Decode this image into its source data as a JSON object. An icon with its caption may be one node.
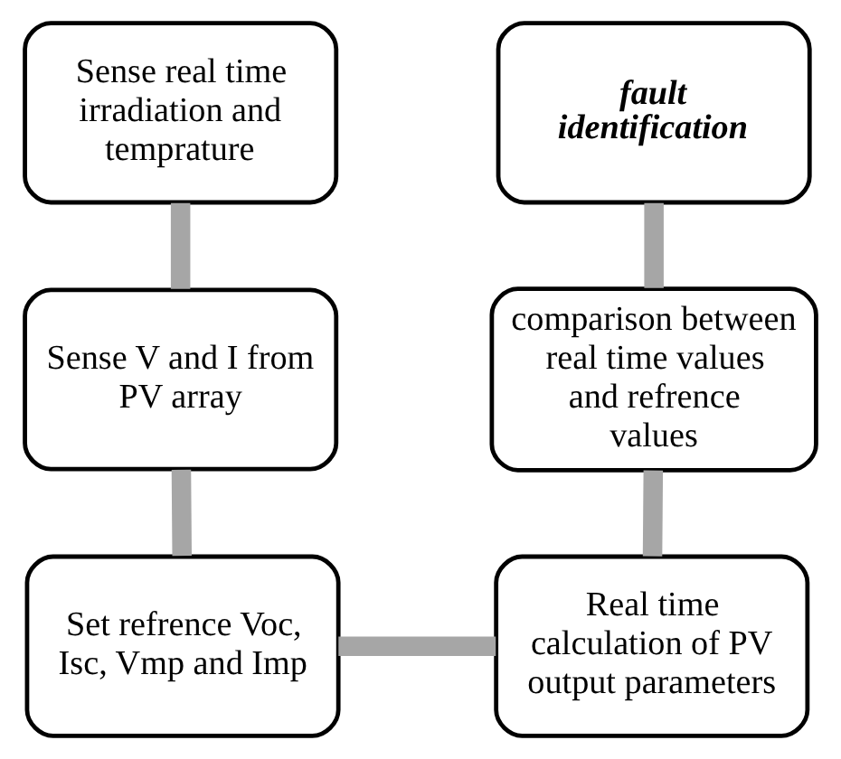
{
  "diagram": {
    "nodes": [
      {
        "text": [
          "Sense real time irradiation and temprature"
        ]
      },
      {
        "text": [
          "Sense V and I from PV array"
        ]
      },
      {
        "text": [
          "Set refrence Voc, Isc, Vmp and Imp"
        ]
      },
      {
        "text": [
          "Real time calculation of PV output parameters"
        ]
      },
      {
        "text": [
          "comparison between real time values and refrence values"
        ]
      },
      {
        "text": [
          "fault identification"
        ]
      }
    ],
    "edges": [
      {
        "from": 0,
        "to": 1,
        "arrow": "none"
      },
      {
        "from": 1,
        "to": 2,
        "arrow": "none"
      },
      {
        "from": 2,
        "to": 3,
        "arrow": "none"
      },
      {
        "from": 3,
        "to": 4,
        "arrow": "none"
      },
      {
        "from": 4,
        "to": 5,
        "arrow": "none"
      }
    ]
  }
}
